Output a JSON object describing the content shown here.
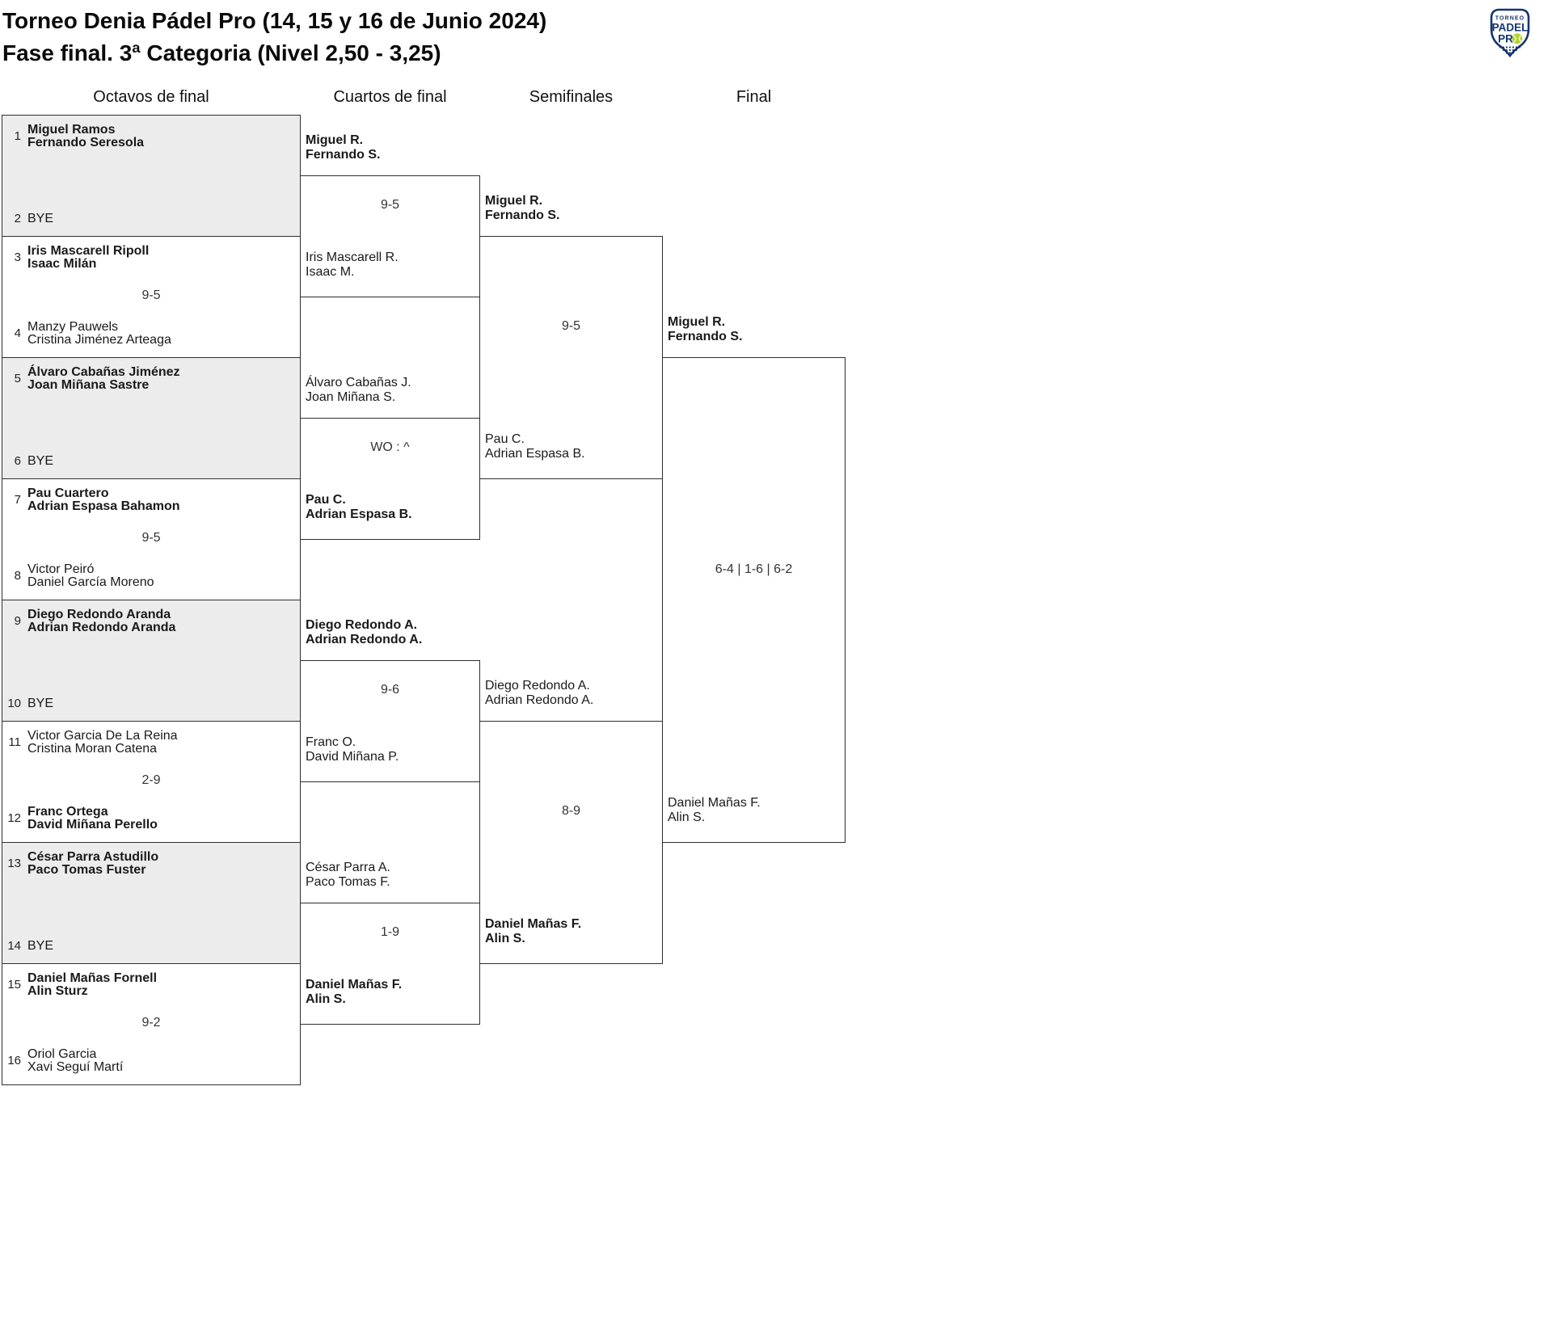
{
  "title": {
    "line1": "Torneo Denia Pádel Pro (14, 15 y 16 de Junio 2024)",
    "line2": "Fase final. 3ª Categoria (Nivel 2,50 - 3,25)"
  },
  "logo": {
    "top_text": "TORNEO",
    "main_text": "PADEL",
    "sub_text": "PR",
    "navy": "#16356f",
    "ball_green": "#b5d335"
  },
  "headers": {
    "round1": "Octavos de final",
    "round2": "Cuartos de final",
    "round3": "Semifinales",
    "round4": "Final"
  },
  "bracket": {
    "octavos": [
      {
        "top": {
          "seed": "1",
          "p1": "Miguel Ramos",
          "p2": "Fernando Seresola",
          "winner": true
        },
        "bottom": {
          "seed": "2",
          "p1": "BYE",
          "winner": false
        },
        "bye": true,
        "score": ""
      },
      {
        "top": {
          "seed": "3",
          "p1": "Iris Mascarell Ripoll",
          "p2": "Isaac Milán",
          "winner": true
        },
        "bottom": {
          "seed": "4",
          "p1": "Manzy Pauwels",
          "p2": "Cristina Jiménez Arteaga",
          "winner": false
        },
        "bye": false,
        "score": "9-5"
      },
      {
        "top": {
          "seed": "5",
          "p1": "Álvaro Cabañas Jiménez",
          "p2": "Joan Miñana Sastre",
          "winner": true
        },
        "bottom": {
          "seed": "6",
          "p1": "BYE",
          "winner": false
        },
        "bye": true,
        "score": ""
      },
      {
        "top": {
          "seed": "7",
          "p1": "Pau Cuartero",
          "p2": "Adrian Espasa Bahamon",
          "winner": true
        },
        "bottom": {
          "seed": "8",
          "p1": "Victor Peiró",
          "p2": "Daniel García Moreno",
          "winner": false
        },
        "bye": false,
        "score": "9-5"
      },
      {
        "top": {
          "seed": "9",
          "p1": "Diego Redondo Aranda",
          "p2": "Adrian Redondo Aranda",
          "winner": true
        },
        "bottom": {
          "seed": "10",
          "p1": "BYE",
          "winner": false
        },
        "bye": true,
        "score": ""
      },
      {
        "top": {
          "seed": "11",
          "p1": "Victor Garcia De La Reina",
          "p2": "Cristina Moran Catena",
          "winner": false
        },
        "bottom": {
          "seed": "12",
          "p1": "Franc Ortega",
          "p2": "David Miñana Perello",
          "winner": true
        },
        "bye": false,
        "score": "2-9"
      },
      {
        "top": {
          "seed": "13",
          "p1": "César Parra Astudillo",
          "p2": "Paco Tomas Fuster",
          "winner": true
        },
        "bottom": {
          "seed": "14",
          "p1": "BYE",
          "winner": false
        },
        "bye": true,
        "score": ""
      },
      {
        "top": {
          "seed": "15",
          "p1": "Daniel Mañas Fornell",
          "p2": "Alin Sturz",
          "winner": true
        },
        "bottom": {
          "seed": "16",
          "p1": "Oriol Garcia",
          "p2": "Xavi Seguí Martí",
          "winner": false
        },
        "bye": false,
        "score": "9-2"
      }
    ],
    "cuartos": [
      {
        "top": {
          "p1": "Miguel R.",
          "p2": "Fernando S.",
          "winner": true
        },
        "bottom": {
          "p1": "Iris Mascarell R.",
          "p2": "Isaac M.",
          "winner": false
        },
        "score": "9-5"
      },
      {
        "top": {
          "p1": "Álvaro Cabañas J.",
          "p2": "Joan Miñana S.",
          "winner": false
        },
        "bottom": {
          "p1": "Pau C.",
          "p2": "Adrian Espasa B.",
          "winner": true
        },
        "score": "WO : ^"
      },
      {
        "top": {
          "p1": "Diego Redondo A.",
          "p2": "Adrian Redondo A.",
          "winner": true
        },
        "bottom": {
          "p1": "Franc O.",
          "p2": "David Miñana P.",
          "winner": false
        },
        "score": "9-6"
      },
      {
        "top": {
          "p1": "César Parra A.",
          "p2": "Paco Tomas F.",
          "winner": false
        },
        "bottom": {
          "p1": "Daniel Mañas F.",
          "p2": "Alin S.",
          "winner": true
        },
        "score": "1-9"
      }
    ],
    "semifinales": [
      {
        "top": {
          "p1": "Miguel R.",
          "p2": "Fernando S.",
          "winner": true
        },
        "bottom": {
          "p1": "Pau C.",
          "p2": "Adrian Espasa B.",
          "winner": false
        },
        "score": "9-5"
      },
      {
        "top": {
          "p1": "Diego Redondo A.",
          "p2": "Adrian Redondo A.",
          "winner": false
        },
        "bottom": {
          "p1": "Daniel Mañas F.",
          "p2": "Alin S.",
          "winner": true
        },
        "score": "8-9"
      }
    ],
    "final": [
      {
        "top": {
          "p1": "Miguel R.",
          "p2": "Fernando S.",
          "winner": true
        },
        "bottom": {
          "p1": "Daniel Mañas F.",
          "p2": "Alin S.",
          "winner": false
        },
        "score": "6-4 | 1-6 | 6-2"
      }
    ]
  }
}
